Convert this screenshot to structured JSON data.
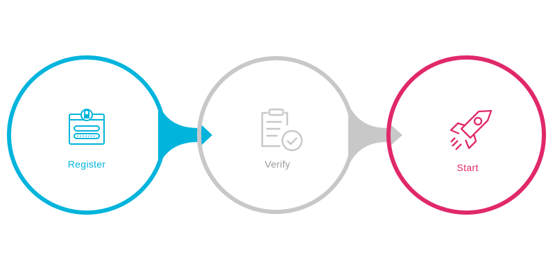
{
  "colors": {
    "register": "#00b4dc",
    "verify": "#c8c8c8",
    "start": "#e0286a",
    "verify_text": "#9a9a9a"
  },
  "steps": [
    {
      "label": "Register",
      "icon": "lock-form-icon"
    },
    {
      "label": "Verify",
      "icon": "clipboard-check-icon"
    },
    {
      "label": "Start",
      "icon": "rocket-icon"
    }
  ]
}
